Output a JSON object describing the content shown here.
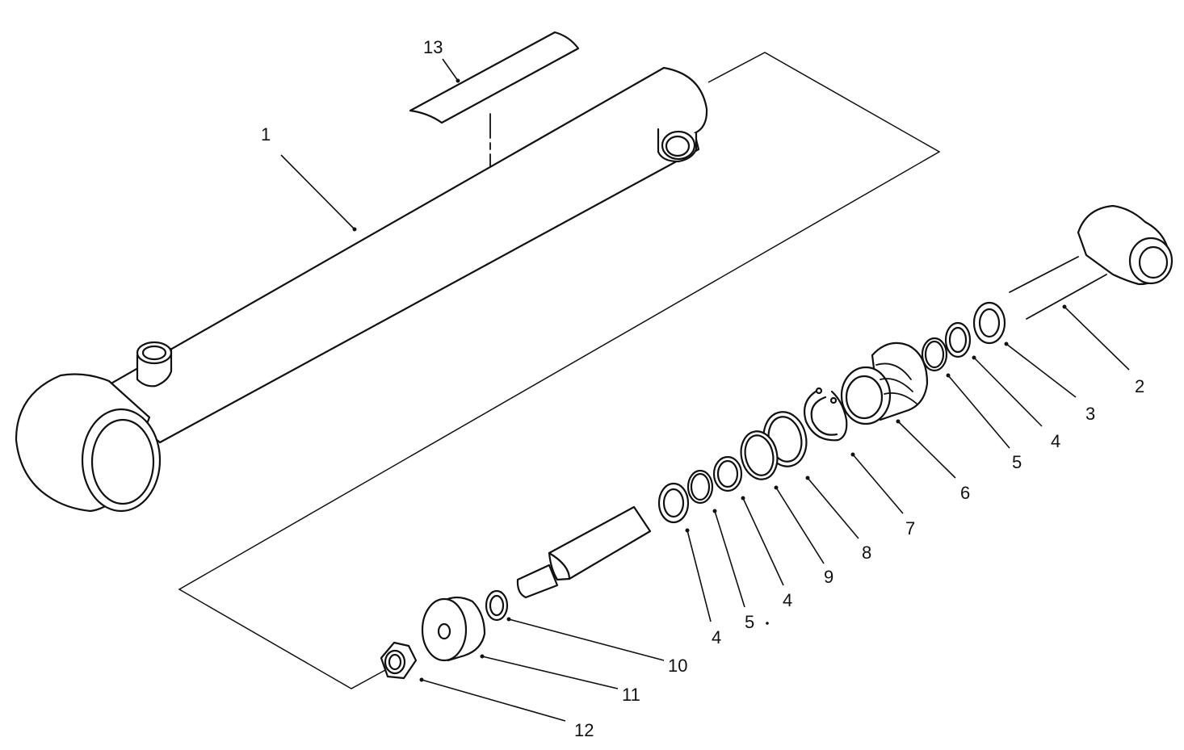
{
  "colors": {
    "ink": "#111111",
    "paper": "#ffffff"
  },
  "callouts": {
    "c1": "1",
    "c2": "2",
    "c3": "3",
    "c4a": "4",
    "c5a": "5",
    "c6": "6",
    "c7": "7",
    "c8": "8",
    "c9": "9",
    "c4b": "4",
    "c5b": "5",
    "c4c": "4",
    "c10": "10",
    "c11": "11",
    "c12": "12",
    "c13": "13"
  }
}
